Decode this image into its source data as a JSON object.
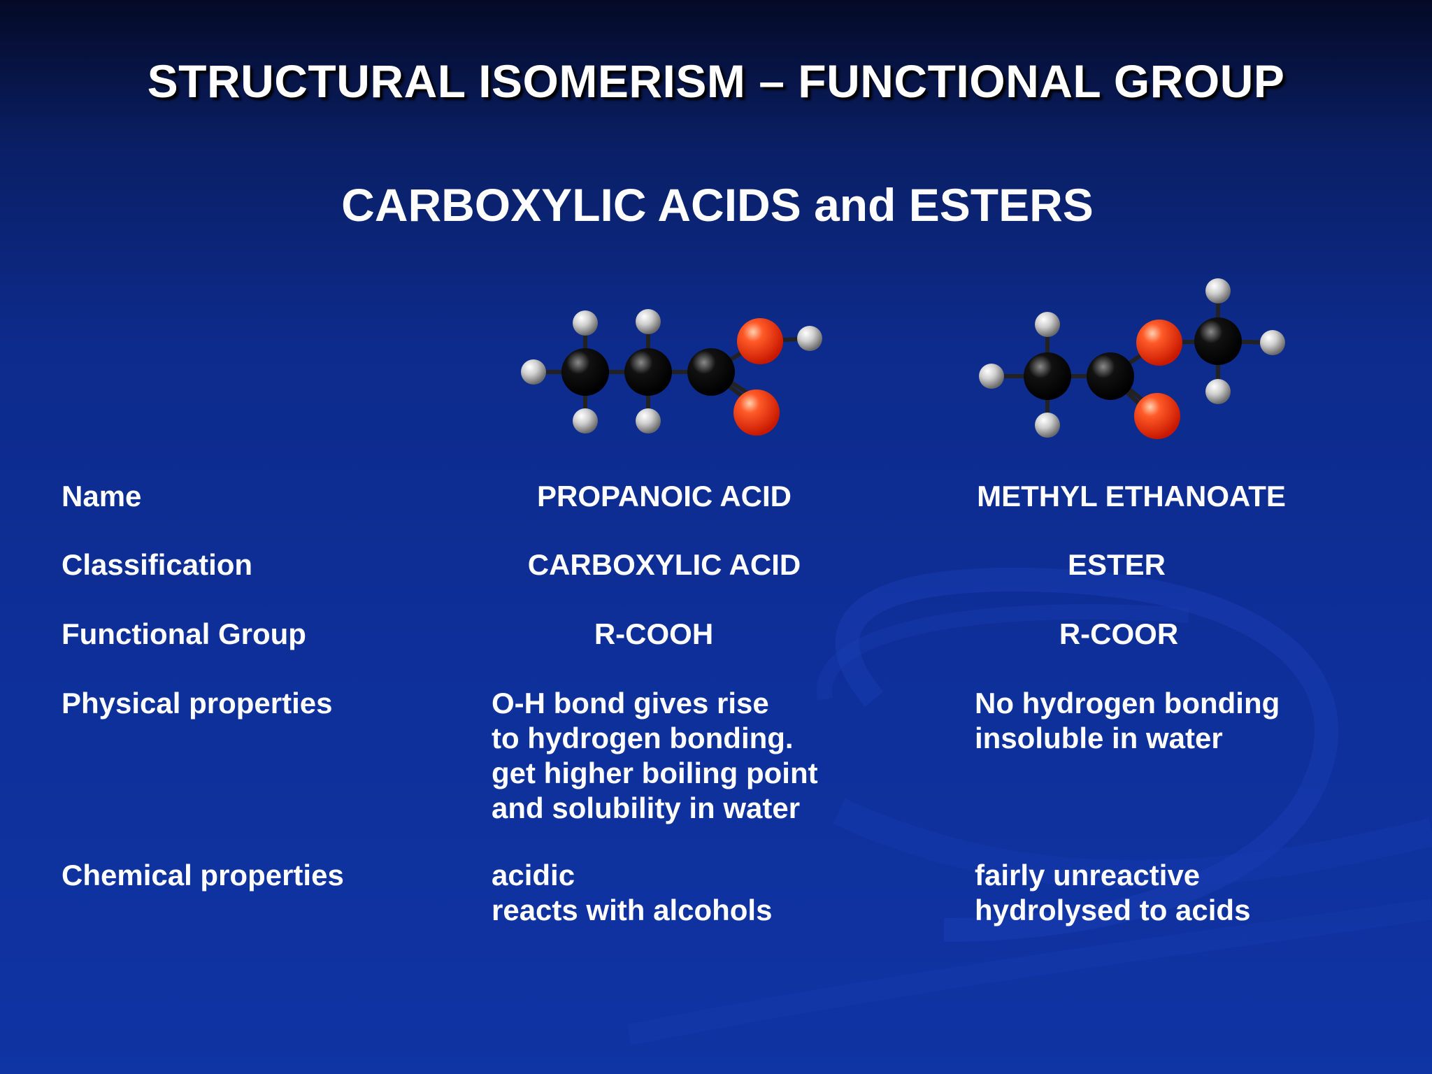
{
  "slide": {
    "title": "STRUCTURAL ISOMERISM – FUNCTIONAL GROUP",
    "subtitle": "CARBOXYLIC ACIDS and ESTERS"
  },
  "molecules": [
    {
      "name": "propanoic-acid-model",
      "atoms": "C3H6O2"
    },
    {
      "name": "methyl-ethanoate-model",
      "atoms": "C3H6O2"
    }
  ],
  "colors": {
    "carbon": "#000000",
    "oxygen": "#ff3b12",
    "hydrogen": "#d8d8d8",
    "background": "#0d2b8c"
  },
  "table": {
    "name": {
      "label": "Name",
      "col1": "PROPANOIC ACID",
      "col2": "METHYL ETHANOATE"
    },
    "classification": {
      "label": "Classification",
      "col1": "CARBOXYLIC ACID",
      "col2": "ESTER"
    },
    "functional_group": {
      "label": "Functional Group",
      "col1": "R-COOH",
      "col2": "R-COOR"
    },
    "physical": {
      "label": "Physical properties",
      "col1": "O-H bond gives rise\nto hydrogen bonding.\nget higher boiling point\nand solubility in water",
      "col2": "No hydrogen bonding\ninsoluble in water"
    },
    "chemical": {
      "label": "Chemical properties",
      "col1": "acidic\nreacts with alcohols",
      "col2": "fairly unreactive\nhydrolysed to acids"
    }
  }
}
